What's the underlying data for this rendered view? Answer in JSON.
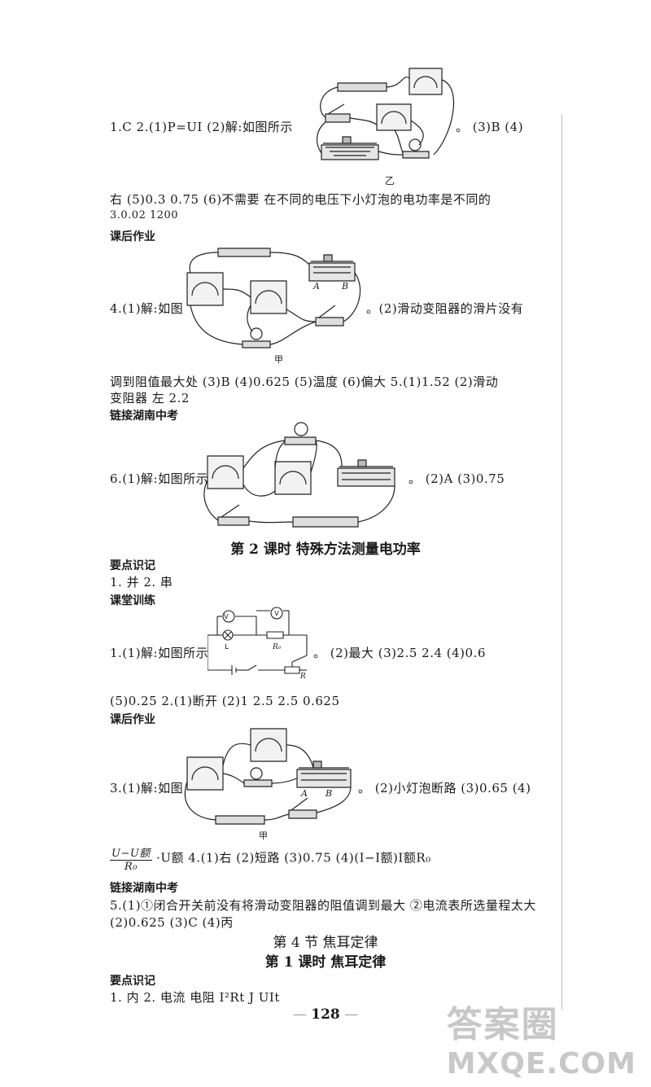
{
  "block1": {
    "prefix": "1.C  2.(1)P=UI  (2)解:如图所示",
    "after_figure": "。  (3)B  (4)",
    "figure_label": "乙",
    "line2": "右  (5)0.3  0.75  (6)不需要  在不同的电压下小灯泡的电功率是不同的",
    "line3": "3.0.02  1200"
  },
  "heading_homework_1": "课后作业",
  "block2": {
    "prefix": "4.(1)解:如图",
    "after_figure": "。(2)滑动变阻器的滑片没有",
    "figure_label": "甲",
    "terminal_a": "A",
    "terminal_b": "B",
    "line2": "调到阻值最大处  (3)B  (4)0.625  (5)温度  (6)偏大  5.(1)1.52  (2)滑动",
    "line3": "变阻器  左  2.2"
  },
  "heading_hunan_1": "链接湖南中考",
  "block3": {
    "prefix": "6.(1)解:如图所示",
    "after_figure": "。  (2)A  (3)0.75"
  },
  "lesson2_title": "第 2 课时  特殊方法测量电功率",
  "heading_keypoints_1": "要点识记",
  "keypoints_1": "1. 并  2. 串",
  "heading_classwork": "课堂训练",
  "block4": {
    "prefix": "1.(1)解:如图所示",
    "after_figure": "。  (2)最大  (3)2.5  2.4  (4)0.6",
    "label_v": "V",
    "label_l": "L",
    "label_r0": "R₀",
    "label_r": "R",
    "line2": "(5)0.25  2.(1)断开  (2)1  2.5  2.5  0.625"
  },
  "heading_homework_2": "课后作业",
  "block5": {
    "prefix": "3.(1)解:如图",
    "after_figure": "。  (2)小灯泡断路  (3)0.65  (4)",
    "figure_label": "甲",
    "terminal_a": "A",
    "terminal_b": "B",
    "frac_num": "U−U额",
    "frac_den": "R₀",
    "after_frac": "·U额  4.(1)右  (2)短路  (3)0.75  (4)(I−I额)I额R₀"
  },
  "heading_hunan_2": "链接湖南中考",
  "block6": {
    "line1": "5.(1)①闭合开关前没有将滑动变阻器的阻值调到最大  ②电流表所选量程太大",
    "line2": "(2)0.625  (3)C  (4)丙"
  },
  "section4_title": "第 4 节   焦耳定律",
  "lesson1_title": "第 1 课时  焦耳定律",
  "heading_keypoints_2": "要点识记",
  "keypoints_2": "1. 内  2. 电流  电阻  I²Rt  J  UIt",
  "page_number": "128",
  "watermark": {
    "top": "答案圈",
    "bottom": "MXQE.COM"
  }
}
